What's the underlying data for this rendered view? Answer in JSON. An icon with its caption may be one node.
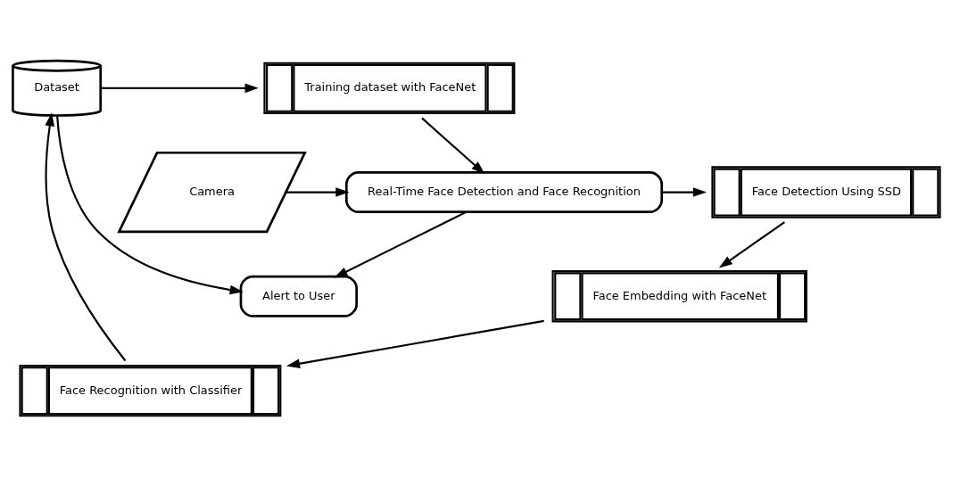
{
  "diagram": {
    "nodes": [
      {
        "text": [
          "Dataset"
        ]
      },
      {
        "text": [
          "Training dataset with FaceNet"
        ]
      },
      {
        "text": [
          "Camera"
        ]
      },
      {
        "text": [
          "Real-Time Face Detection and Face Recognition"
        ]
      },
      {
        "text": [
          "Face Detection Using SSD"
        ]
      },
      {
        "text": [
          "Face Embedding with FaceNet"
        ]
      },
      {
        "text": [
          "Alert to User"
        ]
      },
      {
        "text": [
          "Face Recognition with Classifier"
        ]
      }
    ],
    "edges": [
      {
        "from": 0,
        "to": 1,
        "arrow": "to"
      },
      {
        "from": 1,
        "to": 3,
        "arrow": "to"
      },
      {
        "from": 2,
        "to": 3,
        "arrow": "to"
      },
      {
        "from": 3,
        "to": 4,
        "arrow": "to"
      },
      {
        "from": 3,
        "to": 6,
        "arrow": "to"
      },
      {
        "from": 4,
        "to": 5,
        "arrow": "to"
      },
      {
        "from": 5,
        "to": 7,
        "arrow": "to"
      },
      {
        "from": 7,
        "to": 0,
        "arrow": "to"
      },
      {
        "from": 0,
        "to": 6,
        "arrow": "to"
      }
    ]
  }
}
